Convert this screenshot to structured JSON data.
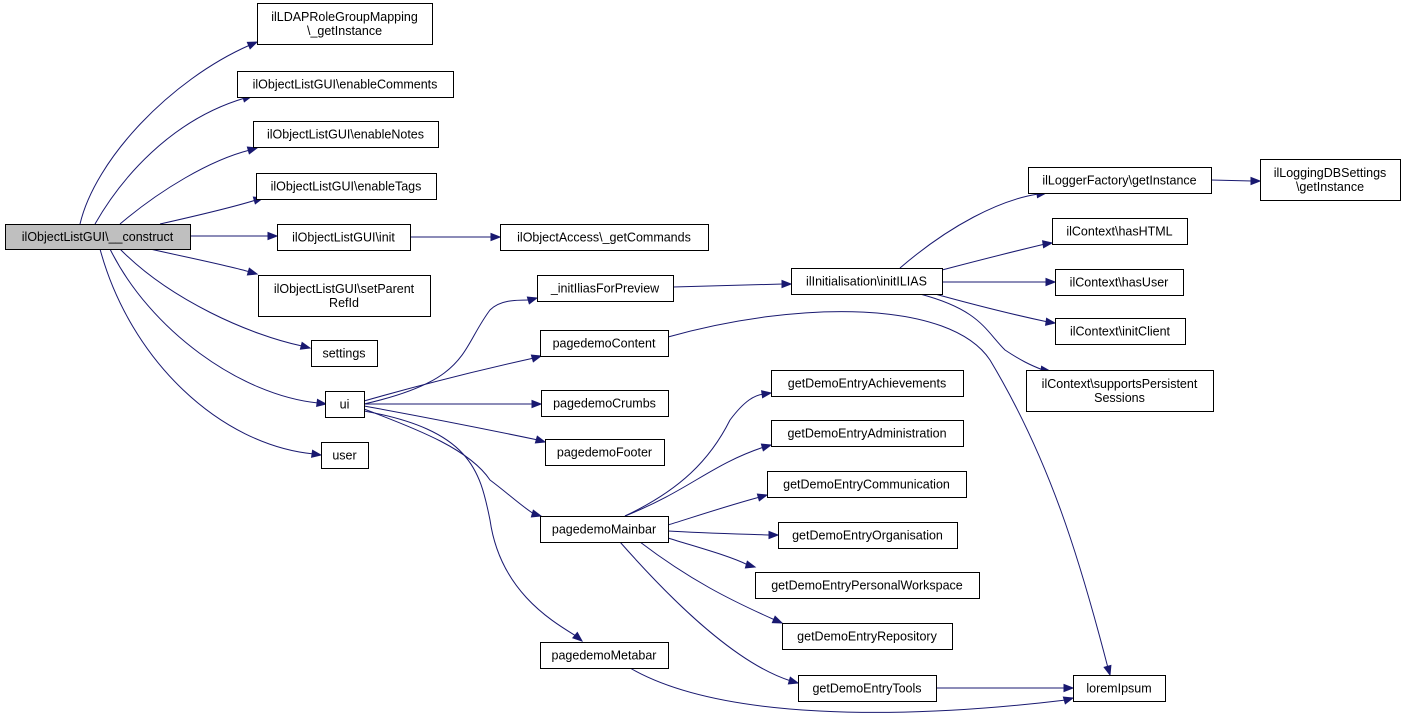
{
  "diagram": {
    "nodes": [
      {
        "id": "root",
        "lines": [
          "ilObjectListGUI\\__construct"
        ],
        "root": true
      },
      {
        "id": "ldap",
        "lines": [
          "ilLDAPRoleGroupMapping",
          "\\_getInstance"
        ]
      },
      {
        "id": "enableComments",
        "lines": [
          "ilObjectListGUI\\enableComments"
        ]
      },
      {
        "id": "enableNotes",
        "lines": [
          "ilObjectListGUI\\enableNotes"
        ]
      },
      {
        "id": "enableTags",
        "lines": [
          "ilObjectListGUI\\enableTags"
        ]
      },
      {
        "id": "init",
        "lines": [
          "ilObjectListGUI\\init"
        ]
      },
      {
        "id": "getCommands",
        "lines": [
          "ilObjectAccess\\_getCommands"
        ]
      },
      {
        "id": "setParent",
        "lines": [
          "ilObjectListGUI\\setParent",
          "RefId"
        ]
      },
      {
        "id": "settings",
        "lines": [
          "settings"
        ]
      },
      {
        "id": "ui",
        "lines": [
          "ui"
        ]
      },
      {
        "id": "user",
        "lines": [
          "user"
        ]
      },
      {
        "id": "initIlias",
        "lines": [
          "_initIliasForPreview"
        ]
      },
      {
        "id": "pdContent",
        "lines": [
          "pagedemoContent"
        ]
      },
      {
        "id": "pdCrumbs",
        "lines": [
          "pagedemoCrumbs"
        ]
      },
      {
        "id": "pdFooter",
        "lines": [
          "pagedemoFooter"
        ]
      },
      {
        "id": "pdMainbar",
        "lines": [
          "pagedemoMainbar"
        ]
      },
      {
        "id": "pdMetabar",
        "lines": [
          "pagedemoMetabar"
        ]
      },
      {
        "id": "initILIAS",
        "lines": [
          "ilInitialisation\\initILIAS"
        ]
      },
      {
        "id": "loggerFactory",
        "lines": [
          "ilLoggerFactory\\getInstance"
        ]
      },
      {
        "id": "loggingDB",
        "lines": [
          "ilLoggingDBSettings",
          "\\getInstance"
        ]
      },
      {
        "id": "hasHTML",
        "lines": [
          "ilContext\\hasHTML"
        ]
      },
      {
        "id": "hasUser",
        "lines": [
          "ilContext\\hasUser"
        ]
      },
      {
        "id": "initClient",
        "lines": [
          "ilContext\\initClient"
        ]
      },
      {
        "id": "supportsPS",
        "lines": [
          "ilContext\\supportsPersistent",
          "Sessions"
        ]
      },
      {
        "id": "gdeAchievements",
        "lines": [
          "getDemoEntryAchievements"
        ]
      },
      {
        "id": "gdeAdministration",
        "lines": [
          "getDemoEntryAdministration"
        ]
      },
      {
        "id": "gdeCommunication",
        "lines": [
          "getDemoEntryCommunication"
        ]
      },
      {
        "id": "gdeOrganisation",
        "lines": [
          "getDemoEntryOrganisation"
        ]
      },
      {
        "id": "gdePersonal",
        "lines": [
          "getDemoEntryPersonalWorkspace"
        ]
      },
      {
        "id": "gdeRepository",
        "lines": [
          "getDemoEntryRepository"
        ]
      },
      {
        "id": "gdeTools",
        "lines": [
          "getDemoEntryTools"
        ]
      },
      {
        "id": "loremIpsum",
        "lines": [
          "loremIpsum"
        ]
      }
    ],
    "edges": [
      [
        "root",
        "ldap"
      ],
      [
        "root",
        "enableComments"
      ],
      [
        "root",
        "enableNotes"
      ],
      [
        "root",
        "enableTags"
      ],
      [
        "root",
        "init"
      ],
      [
        "root",
        "setParent"
      ],
      [
        "root",
        "settings"
      ],
      [
        "root",
        "ui"
      ],
      [
        "root",
        "user"
      ],
      [
        "init",
        "getCommands"
      ],
      [
        "ui",
        "initIlias"
      ],
      [
        "ui",
        "pdContent"
      ],
      [
        "ui",
        "pdCrumbs"
      ],
      [
        "ui",
        "pdFooter"
      ],
      [
        "ui",
        "pdMainbar"
      ],
      [
        "ui",
        "pdMetabar"
      ],
      [
        "initIlias",
        "initILIAS"
      ],
      [
        "initILIAS",
        "loggerFactory"
      ],
      [
        "initILIAS",
        "hasHTML"
      ],
      [
        "initILIAS",
        "hasUser"
      ],
      [
        "initILIAS",
        "initClient"
      ],
      [
        "initILIAS",
        "supportsPS"
      ],
      [
        "loggerFactory",
        "loggingDB"
      ],
      [
        "pdContent",
        "loremIpsum"
      ],
      [
        "pdMainbar",
        "gdeAchievements"
      ],
      [
        "pdMainbar",
        "gdeAdministration"
      ],
      [
        "pdMainbar",
        "gdeCommunication"
      ],
      [
        "pdMainbar",
        "gdeOrganisation"
      ],
      [
        "pdMainbar",
        "gdePersonal"
      ],
      [
        "pdMainbar",
        "gdeRepository"
      ],
      [
        "pdMainbar",
        "gdeTools"
      ],
      [
        "pdMetabar",
        "loremIpsum"
      ],
      [
        "gdeTools",
        "loremIpsum"
      ]
    ]
  }
}
